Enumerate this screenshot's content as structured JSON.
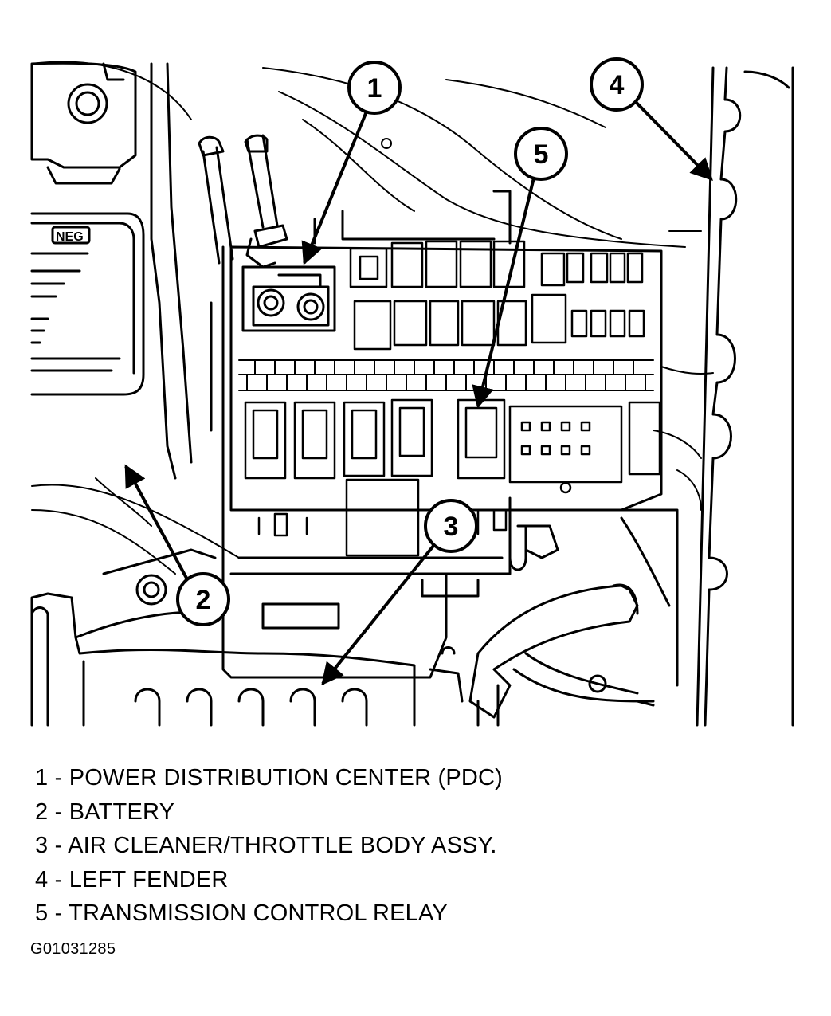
{
  "callouts": [
    {
      "num": "1",
      "label": "POWER DISTRIBUTION CENTER (PDC)"
    },
    {
      "num": "2",
      "label": "BATTERY"
    },
    {
      "num": "3",
      "label": "AIR CLEANER/THROTTLE BODY ASSY."
    },
    {
      "num": "4",
      "label": "LEFT FENDER"
    },
    {
      "num": "5",
      "label": "TRANSMISSION CONTROL RELAY"
    }
  ],
  "legend": [
    "1 - POWER DISTRIBUTION CENTER (PDC)",
    "2 - BATTERY",
    "3 - AIR CLEANER/THROTTLE BODY ASSY.",
    "4 - LEFT FENDER",
    "5 - TRANSMISSION CONTROL RELAY"
  ],
  "battery_label": "NEG",
  "figure_id": "G01031285"
}
